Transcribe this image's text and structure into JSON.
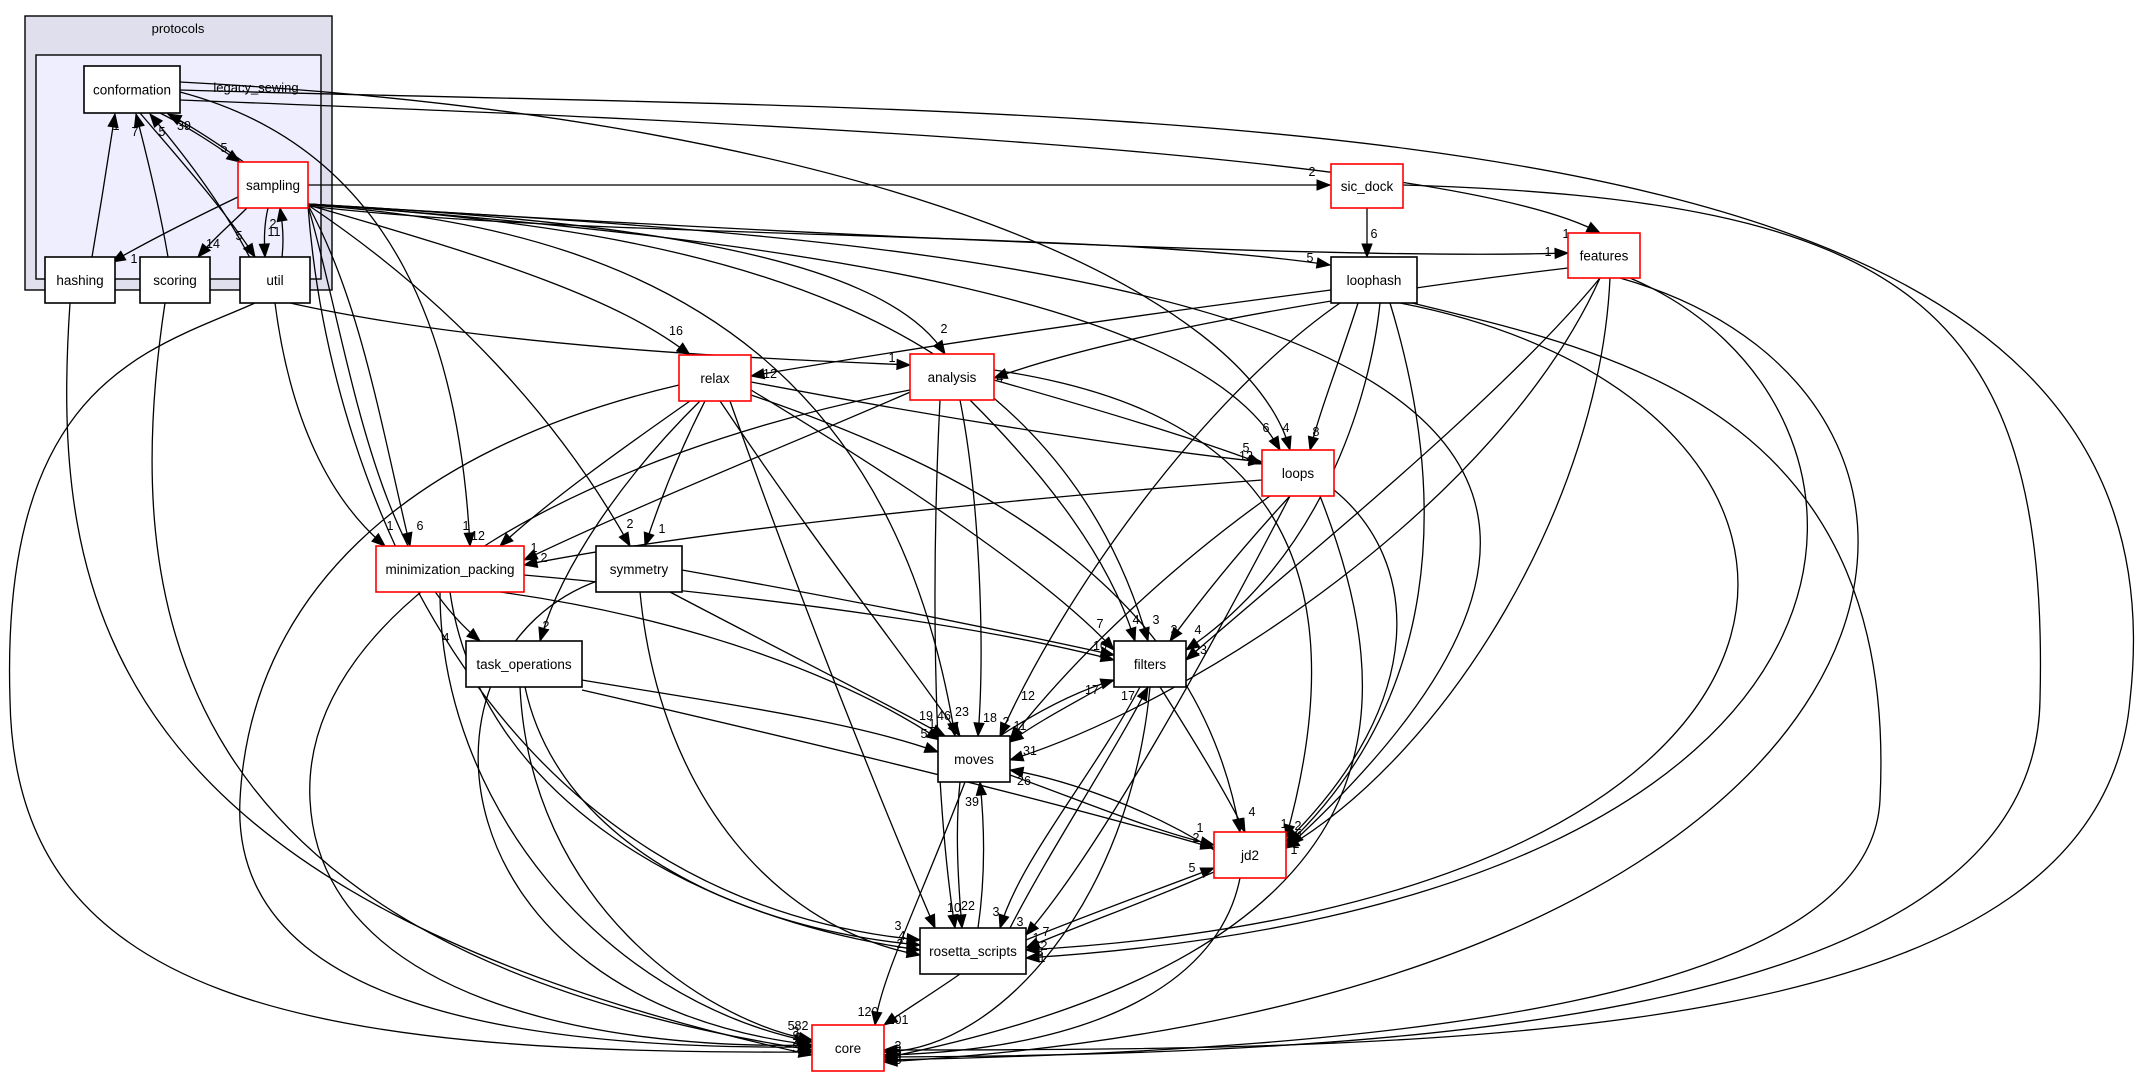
{
  "colors": {
    "plain_border": "#000000",
    "module_border": "#ff0000",
    "outer_cluster_fill": "#dfdfee",
    "outer_cluster_border": "#000000",
    "inner_cluster_fill": "#eeeeff",
    "inner_cluster_border": "#000000",
    "edge": "#000000",
    "node_fill": "#ffffff"
  },
  "clusters": [
    {
      "id": "protocols",
      "label": "protocols",
      "kind": "outer"
    },
    {
      "id": "legacy_sewing",
      "label": "legacy_sewing",
      "kind": "inner"
    }
  ],
  "nodes": [
    {
      "id": "conformation",
      "label": "conformation",
      "style": "plain",
      "cluster": "legacy_sewing"
    },
    {
      "id": "sampling",
      "label": "sampling",
      "style": "module",
      "cluster": "legacy_sewing"
    },
    {
      "id": "hashing",
      "label": "hashing",
      "style": "plain",
      "cluster": "legacy_sewing"
    },
    {
      "id": "scoring",
      "label": "scoring",
      "style": "plain",
      "cluster": "legacy_sewing"
    },
    {
      "id": "util",
      "label": "util",
      "style": "plain",
      "cluster": "legacy_sewing"
    },
    {
      "id": "sic_dock",
      "label": "sic_dock",
      "style": "module"
    },
    {
      "id": "loophash",
      "label": "loophash",
      "style": "plain"
    },
    {
      "id": "features",
      "label": "features",
      "style": "module"
    },
    {
      "id": "relax",
      "label": "relax",
      "style": "module"
    },
    {
      "id": "analysis",
      "label": "analysis",
      "style": "module"
    },
    {
      "id": "loops",
      "label": "loops",
      "style": "module"
    },
    {
      "id": "minimization_packing",
      "label": "minimization_packing",
      "style": "module"
    },
    {
      "id": "symmetry",
      "label": "symmetry",
      "style": "plain"
    },
    {
      "id": "task_operations",
      "label": "task_operations",
      "style": "plain"
    },
    {
      "id": "filters",
      "label": "filters",
      "style": "plain"
    },
    {
      "id": "moves",
      "label": "moves",
      "style": "plain"
    },
    {
      "id": "jd2",
      "label": "jd2",
      "style": "module"
    },
    {
      "id": "rosetta_scripts",
      "label": "rosetta_scripts",
      "style": "plain"
    },
    {
      "id": "core",
      "label": "core",
      "style": "module"
    }
  ],
  "edges": [
    {
      "from": "sampling",
      "to": "conformation",
      "label": "39"
    },
    {
      "from": "conformation",
      "to": "sampling",
      "label": "5"
    },
    {
      "from": "hashing",
      "to": "conformation",
      "label": "1"
    },
    {
      "from": "scoring",
      "to": "conformation",
      "label": "7"
    },
    {
      "from": "util",
      "to": "conformation",
      "label": "5"
    },
    {
      "from": "conformation",
      "to": "util",
      "label": "5"
    },
    {
      "from": "sampling",
      "to": "util",
      "label": "11"
    },
    {
      "from": "util",
      "to": "sampling",
      "label": "2"
    },
    {
      "from": "sampling",
      "to": "hashing",
      "label": "1"
    },
    {
      "from": "sampling",
      "to": "scoring",
      "label": "14"
    },
    {
      "from": "sampling",
      "to": "sic_dock",
      "label": "2"
    },
    {
      "from": "sic_dock",
      "to": "loophash",
      "label": "6"
    },
    {
      "from": "sampling",
      "to": "loophash",
      "label": "5"
    },
    {
      "from": "conformation",
      "to": "features",
      "label": "1"
    },
    {
      "from": "sampling",
      "to": "features",
      "label": "1"
    },
    {
      "from": "sampling",
      "to": "relax",
      "label": "16"
    },
    {
      "from": "sampling",
      "to": "analysis",
      "label": "2"
    },
    {
      "from": "util",
      "to": "analysis",
      "label": "1"
    },
    {
      "from": "loophash",
      "to": "relax",
      "label": "12"
    },
    {
      "from": "features",
      "to": "analysis",
      "label": "4"
    },
    {
      "from": "sampling",
      "to": "loops",
      "label": "6"
    },
    {
      "from": "conformation",
      "to": "loops",
      "label": "4"
    },
    {
      "from": "loophash",
      "to": "loops",
      "label": "8"
    },
    {
      "from": "relax",
      "to": "loops",
      "label": "5"
    },
    {
      "from": "analysis",
      "to": "loops",
      "label": "12"
    },
    {
      "from": "util",
      "to": "minimization_packing",
      "label": "1"
    },
    {
      "from": "sampling",
      "to": "minimization_packing",
      "label": "6"
    },
    {
      "from": "conformation",
      "to": "minimization_packing",
      "label": "1"
    },
    {
      "from": "relax",
      "to": "minimization_packing",
      "label": "12"
    },
    {
      "from": "analysis",
      "to": "minimization_packing",
      "label": "1"
    },
    {
      "from": "loops",
      "to": "minimization_packing",
      "label": "2"
    },
    {
      "from": "sampling",
      "to": "symmetry",
      "label": "2"
    },
    {
      "from": "relax",
      "to": "symmetry",
      "label": "1"
    },
    {
      "from": "sampling",
      "to": "task_operations",
      "label": "4"
    },
    {
      "from": "relax",
      "to": "task_operations",
      "label": "2"
    },
    {
      "from": "relax",
      "to": "filters",
      "label": "7"
    },
    {
      "from": "analysis",
      "to": "filters",
      "label": "4"
    },
    {
      "from": "sampling",
      "to": "filters",
      "label": "3"
    },
    {
      "from": "loophash",
      "to": "filters",
      "label": "3"
    },
    {
      "from": "loops",
      "to": "filters",
      "label": "4"
    },
    {
      "from": "features",
      "to": "filters",
      "label": "23"
    },
    {
      "from": "minimization_packing",
      "to": "filters",
      "label": "10"
    },
    {
      "from": "symmetry",
      "to": "filters",
      "label": "1"
    },
    {
      "from": "moves",
      "to": "filters",
      "label": "17"
    },
    {
      "from": "filters",
      "to": "moves",
      "label": "12"
    },
    {
      "from": "relax",
      "to": "moves",
      "label": "46"
    },
    {
      "from": "sampling",
      "to": "moves",
      "label": "23"
    },
    {
      "from": "analysis",
      "to": "moves",
      "label": "18"
    },
    {
      "from": "loophash",
      "to": "moves",
      "label": "2"
    },
    {
      "from": "loops",
      "to": "moves",
      "label": "11"
    },
    {
      "from": "minimization_packing",
      "to": "moves",
      "label": "19"
    },
    {
      "from": "task_operations",
      "to": "moves",
      "label": "5"
    },
    {
      "from": "symmetry",
      "to": "moves",
      "label": "1"
    },
    {
      "from": "features",
      "to": "moves",
      "label": "31"
    },
    {
      "from": "jd2",
      "to": "moves",
      "label": "26"
    },
    {
      "from": "moves",
      "to": "jd2",
      "label": "1"
    },
    {
      "from": "filters",
      "to": "jd2",
      "label": "4"
    },
    {
      "from": "sampling",
      "to": "jd2",
      "label": "1"
    },
    {
      "from": "relax",
      "to": "jd2",
      "label": "2"
    },
    {
      "from": "analysis",
      "to": "jd2",
      "label": "2"
    },
    {
      "from": "loops",
      "to": "jd2",
      "label": "1"
    },
    {
      "from": "loophash",
      "to": "jd2",
      "label": "2"
    },
    {
      "from": "features",
      "to": "jd2",
      "label": "1"
    },
    {
      "from": "task_operations",
      "to": "jd2",
      "label": "2"
    },
    {
      "from": "rosetta_scripts",
      "to": "jd2",
      "label": "5"
    },
    {
      "from": "jd2",
      "to": "rosetta_scripts",
      "label": "7"
    },
    {
      "from": "moves",
      "to": "rosetta_scripts",
      "label": "10"
    },
    {
      "from": "rosetta_scripts",
      "to": "moves",
      "label": "39"
    },
    {
      "from": "filters",
      "to": "rosetta_scripts",
      "label": "3"
    },
    {
      "from": "rosetta_scripts",
      "to": "filters",
      "label": "17"
    },
    {
      "from": "relax",
      "to": "rosetta_scripts",
      "label": "2"
    },
    {
      "from": "analysis",
      "to": "rosetta_scripts",
      "label": "22"
    },
    {
      "from": "sampling",
      "to": "rosetta_scripts",
      "label": "1"
    },
    {
      "from": "loops",
      "to": "rosetta_scripts",
      "label": "3"
    },
    {
      "from": "minimization_packing",
      "to": "rosetta_scripts",
      "label": "4"
    },
    {
      "from": "task_operations",
      "to": "rosetta_scripts",
      "label": "3"
    },
    {
      "from": "symmetry",
      "to": "rosetta_scripts",
      "label": "2"
    },
    {
      "from": "loophash",
      "to": "rosetta_scripts",
      "label": "3"
    },
    {
      "from": "features",
      "to": "rosetta_scripts",
      "label": "1"
    },
    {
      "from": "hashing",
      "to": "core",
      "label": "2"
    },
    {
      "from": "scoring",
      "to": "core",
      "label": "3"
    },
    {
      "from": "util",
      "to": "core",
      "label": "5"
    },
    {
      "from": "conformation",
      "to": "core",
      "label": "582"
    },
    {
      "from": "relax",
      "to": "core",
      "label": "1"
    },
    {
      "from": "analysis",
      "to": "core",
      "label": "1"
    },
    {
      "from": "minimization_packing",
      "to": "core",
      "label": "3"
    },
    {
      "from": "task_operations",
      "to": "core",
      "label": "2"
    },
    {
      "from": "symmetry",
      "to": "core",
      "label": "4"
    },
    {
      "from": "moves",
      "to": "core",
      "label": "120"
    },
    {
      "from": "rosetta_scripts",
      "to": "core",
      "label": "101"
    },
    {
      "from": "filters",
      "to": "core",
      "label": "3"
    },
    {
      "from": "jd2",
      "to": "core",
      "label": "5"
    },
    {
      "from": "loops",
      "to": "core",
      "label": "8"
    },
    {
      "from": "loophash",
      "to": "core",
      "label": "3"
    },
    {
      "from": "features",
      "to": "core",
      "label": "8"
    },
    {
      "from": "sic_dock",
      "to": "core",
      "label": "3"
    }
  ]
}
